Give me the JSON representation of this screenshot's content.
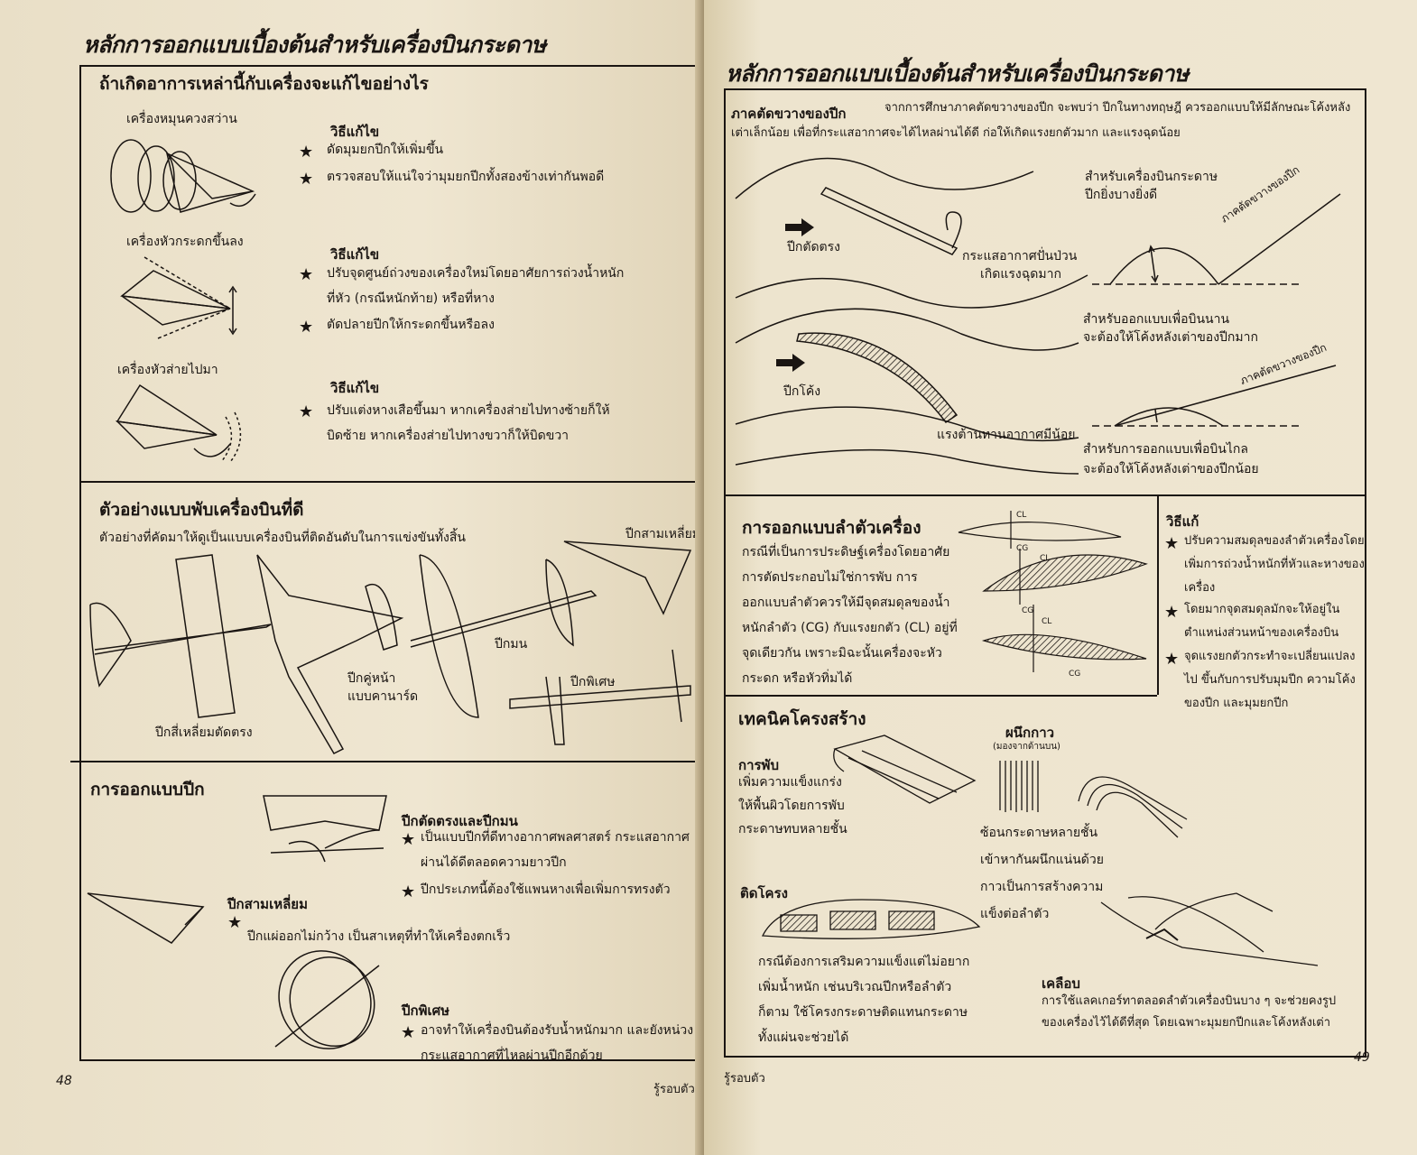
{
  "left_page": {
    "title": "หลักการออกแบบเบื้องต้นสำหรับเครื่องบินกระดาษ",
    "page_number": "48",
    "footer": "รู้รอบตัว",
    "problems": {
      "heading": "ถ้าเกิดอาการเหล่านี้กับเครื่องจะแก้ไขอย่างไร",
      "items": [
        {
          "problem": "เครื่องหมุนควงสว่าน",
          "solution_heading": "วิธีแก้ไข",
          "solutions": [
            "ดัดมุมยกปีกให้เพิ่มขึ้น",
            "ตรวจสอบให้แน่ใจว่ามุมยกปีกทั้งสองข้างเท่ากันพอดี"
          ]
        },
        {
          "problem": "เครื่องหัวกระดกขึ้นลง",
          "solution_heading": "วิธีแก้ไข",
          "solutions": [
            "ปรับจุดศูนย์ถ่วงของเครื่องใหม่โดยอาศัยการถ่วงน้ำหนักที่หัว (กรณีหนักท้าย) หรือที่หาง",
            "ตัดปลายปีกให้กระดกขึ้นหรือลง"
          ]
        },
        {
          "problem": "เครื่องหัวส่ายไปมา",
          "solution_heading": "วิธีแก้ไข",
          "solutions": [
            "ปรับแต่งหางเสือขึ้นมา หากเครื่องส่ายไปทางซ้ายก็ให้บิดซ้าย หากเครื่องส่ายไปทางขวาก็ให้บิดขวา"
          ]
        }
      ]
    },
    "examples": {
      "heading": "ตัวอย่างแบบพับเครื่องบินที่ดี",
      "subtitle": "ตัวอย่างที่คัดมาให้ดูเป็นแบบเครื่องบินที่ติดอันดับในการแข่งขันทั้งสิ้น",
      "labels": {
        "triangle": "ปีกสามเหลี่ยม",
        "rect": "ปีกสี่เหลี่ยมตัดตรง",
        "canard": "ปีกคู่หน้า",
        "canard2": "แบบคานาร์ด",
        "round": "ปีกมน",
        "special": "ปีกพิเศษ"
      }
    },
    "wing_design": {
      "heading": "การออกแบบปีก",
      "straight": {
        "heading": "ปีกตัดตรงและปีกมน",
        "points": [
          "เป็นแบบปีกที่ดีทางอากาศพลศาสตร์ กระแสอากาศผ่านได้ดีตลอดความยาวปีก",
          "ปีกประเภทนี้ต้องใช้แพนหางเพื่อเพิ่มการทรงตัว"
        ]
      },
      "triangle": {
        "heading": "ปีกสามเหลี่ยม",
        "points": [
          "ปีกแผ่ออกไม่กว้าง เป็นสาเหตุที่ทำให้เครื่องตกเร็ว"
        ]
      },
      "special": {
        "heading": "ปีกพิเศษ",
        "points": [
          "อาจทำให้เครื่องบินต้องรับน้ำหนักมาก และยังหน่วงกระแสอากาศที่ไหลผ่านปีกอีกด้วย"
        ]
      }
    }
  },
  "right_page": {
    "title": "หลักการออกแบบเบื้องต้นสำหรับเครื่องบินกระดาษ",
    "page_number": "49",
    "footer": "รู้รอบตัว",
    "cross_section": {
      "heading": "ภาคตัดขวางของปีก",
      "intro": "จากการศึกษาภาคตัดขวางของปีก จะพบว่า ปีกในทางทฤษฎี ควรออกแบบให้มีลักษณะโค้งหลังเต่าเล็กน้อย เพื่อที่กระแสอากาศจะได้ไหลผ่านได้ดี ก่อให้เกิดแรงยกตัวมาก และแรงฉุดน้อย",
      "flat_label": "ปีกตัดตรง",
      "turbulence1": "กระแสอากาศปั่นป่วน",
      "turbulence2": "เกิดแรงฉุดมาก",
      "curved_label": "ปีกโค้ง",
      "low_drag": "แรงต้านทานอากาศมีน้อย",
      "paper1": "สำหรับเครื่องบินกระดาษ",
      "paper2": "ปีกยิ่งบางยิ่งดี",
      "section_label": "ภาคตัดขวางของปีก",
      "long1": "สำหรับออกแบบเพื่อบินนาน",
      "long2": "จะต้องให้โค้งหลังเต่าของปีกมาก",
      "far1": "สำหรับการออกแบบเพื่อบินไกล",
      "far2": "จะต้องให้โค้งหลังเต่าของปีกน้อย"
    },
    "fuselage": {
      "heading": "การออกแบบลำตัวเครื่อง",
      "body": "กรณีที่เป็นการประดิษฐ์เครื่องโดยอาศัยการตัดประกอบไม่ใช่การพับ การออกแบบลำตัวควรให้มีจุดสมดุลของน้ำหนักลำตัว (CG) กับแรงยกตัว (CL) อยู่ที่จุดเดียวกัน เพราะมิฉะนั้นเครื่องจะหัวกระดก หรือหัวทิ่มได้",
      "cl": "CL",
      "cg": "CG",
      "fix_heading": "วิธีแก้",
      "fixes": [
        "ปรับความสมดุลของลำตัวเครื่องโดยเพิ่มการถ่วงน้ำหนักที่หัวและหางของเครื่อง",
        "โดยมากจุดสมดุลมักจะให้อยู่ในตำแหน่งส่วนหน้าของเครื่องบิน",
        "จุดแรงยกตัวกระทำจะเปลี่ยนแปลงไป ขึ้นกับการปรับมุมปีก ความโค้งของปีก และมุมยกปีก"
      ]
    },
    "structure": {
      "heading": "เทคนิคโครงสร้าง",
      "fold": {
        "heading": "การพับ",
        "body": "เพิ่มความแข็งแกร่งให้พื้นผิวโดยการพับกระดาษทบหลายชั้น"
      },
      "glue": {
        "heading": "ผนึกกาว",
        "note": "(มองจากด้านบน)",
        "body": "ซ้อนกระดาษหลายชั้นเข้าหากันผนึกแน่นด้วยกาวเป็นการสร้างความแข็งต่อลำตัว"
      },
      "frame": {
        "heading": "ติดโครง",
        "body": "กรณีต้องการเสริมความแข็งแต่ไม่อยากเพิ่มน้ำหนัก เช่นบริเวณปีกหรือลำตัวก็ตาม ใช้โครงกระดาษติดแทนกระดาษทั้งแผ่นจะช่วยได้"
      },
      "coat": {
        "heading": "เคลือบ",
        "body": "การใช้แลคเกอร์ทาตลอดลำตัวเครื่องบินบาง ๆ จะช่วยคงรูปของเครื่องไว้ได้ดีที่สุด โดยเฉพาะมุมยกปีกและโค้งหลังเต่า"
      }
    }
  },
  "bullet_symbol": "★",
  "colors": {
    "paper": "#ece3cd",
    "ink": "#1a1512"
  }
}
